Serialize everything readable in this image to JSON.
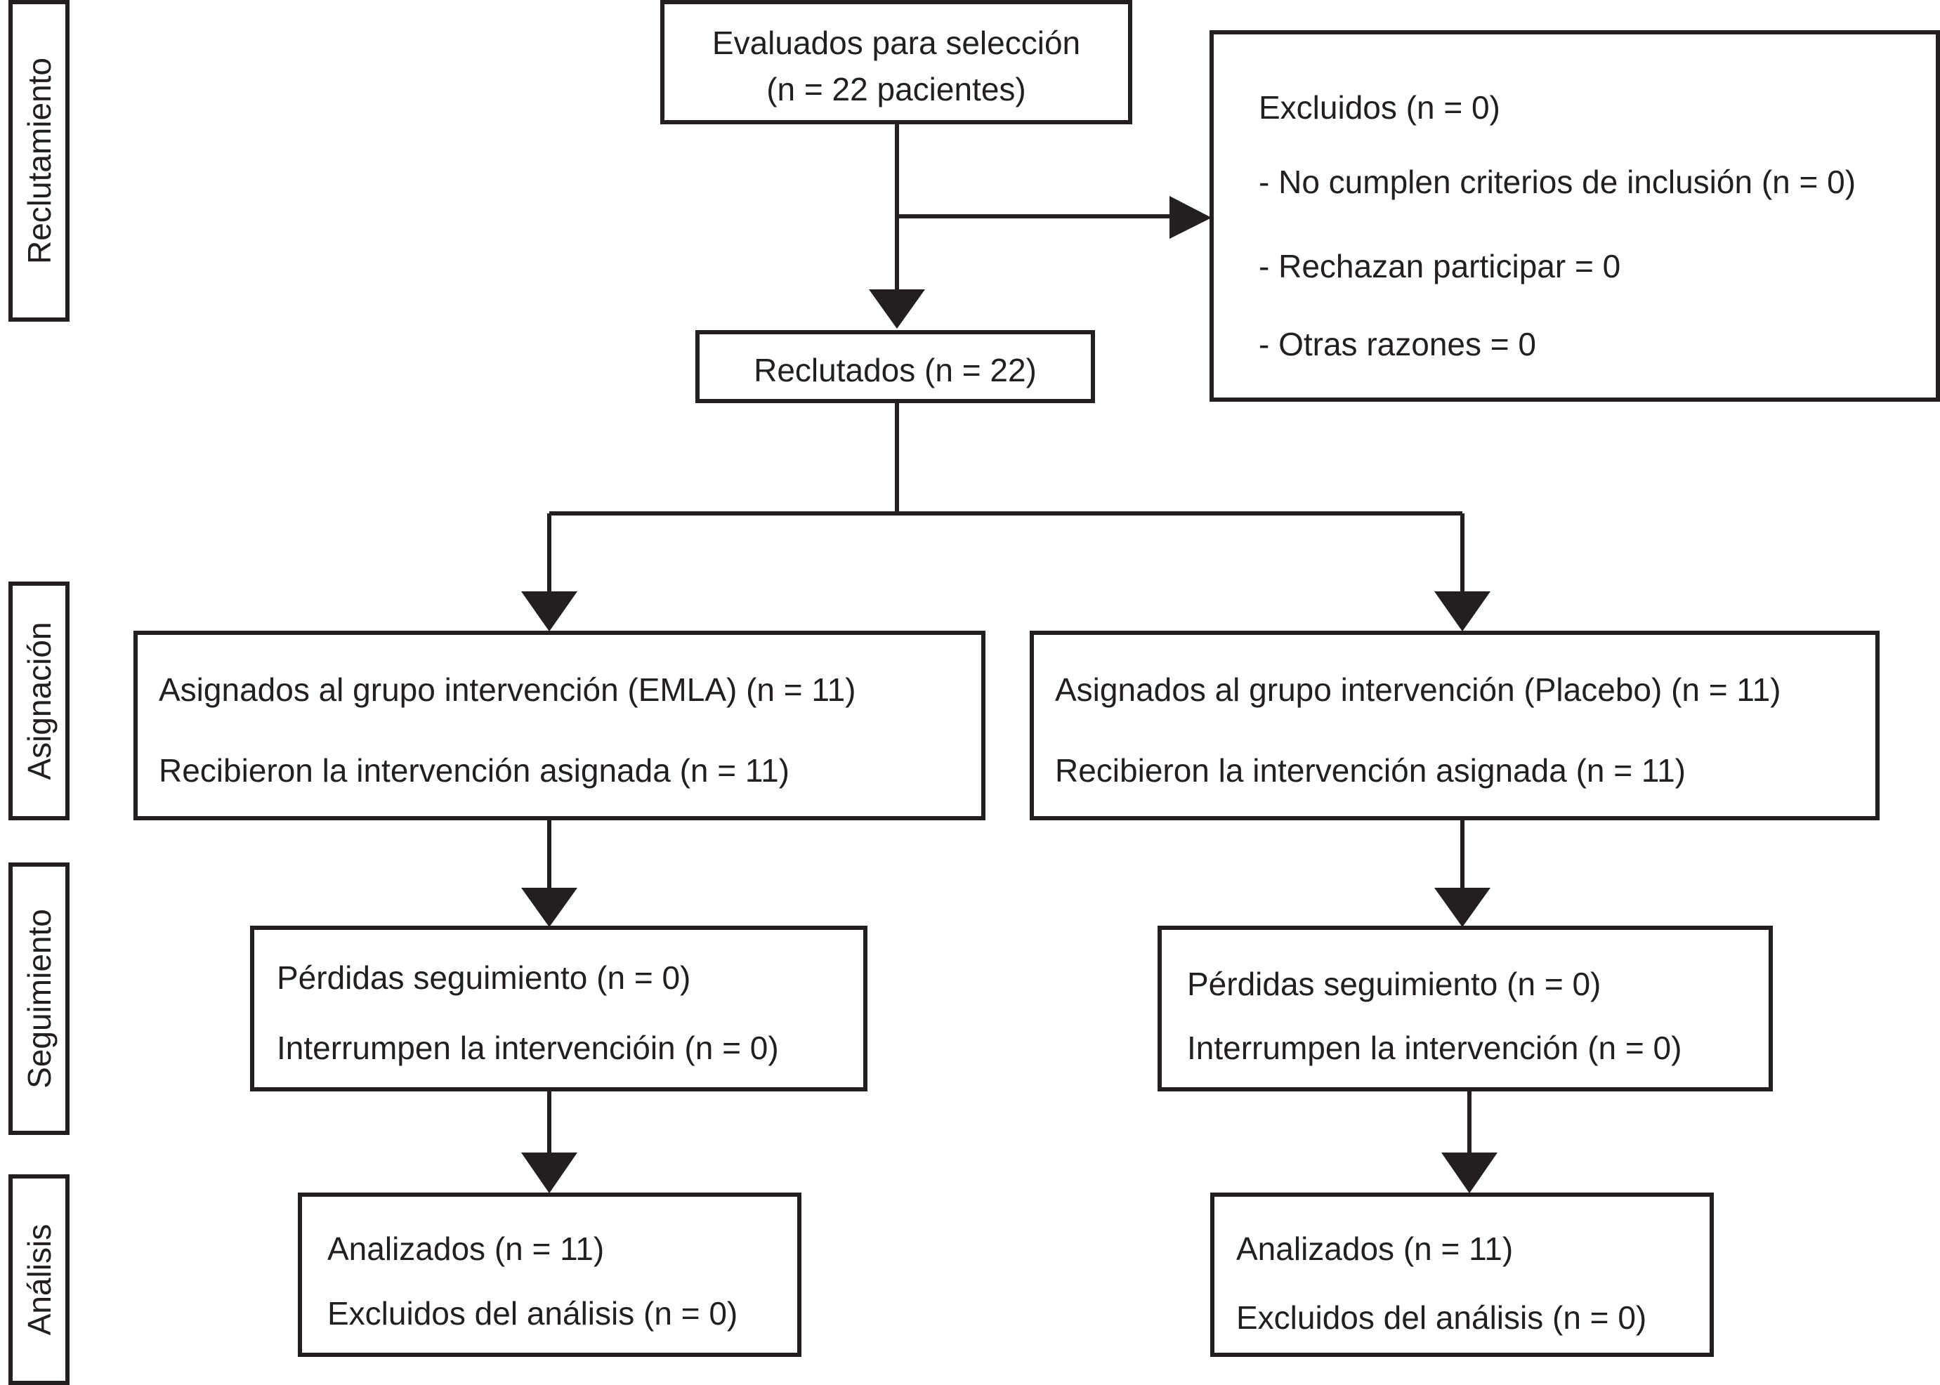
{
  "stages": {
    "recruitment": "Reclutamiento",
    "allocation": "Asignación",
    "followup": "Seguimiento",
    "analysis": "Análisis"
  },
  "assessed": {
    "line1": "Evaluados para selección",
    "line2": "(n = 22 pacientes)"
  },
  "excluded": {
    "title": "Excluidos (n = 0)",
    "reason1": "- No cumplen criterios de inclusión (n = 0)",
    "reason2": "- Rechazan participar = 0",
    "reason3": "- Otras razones = 0"
  },
  "recruited": "Reclutados (n = 22)",
  "allocation": {
    "emla": {
      "assigned": "Asignados al grupo intervención (EMLA) (n = 11)",
      "received": "Recibieron la intervención asignada (n = 11)"
    },
    "placebo": {
      "assigned": "Asignados al grupo intervención (Placebo) (n = 11)",
      "received": "Recibieron la intervención asignada (n = 11)"
    }
  },
  "followup": {
    "emla": {
      "lost": "Pérdidas seguimiento (n = 0)",
      "discontinued": "Interrumpen la intervencióin (n = 0)"
    },
    "placebo": {
      "lost": "Pérdidas seguimiento (n = 0)",
      "discontinued": "Interrumpen la intervención (n = 0)"
    }
  },
  "analysis": {
    "emla": {
      "analyzed": "Analizados (n = 11)",
      "excluded": "Excluidos del análisis (n = 0)"
    },
    "placebo": {
      "analyzed": "Analizados (n = 11)",
      "excluded": "Excluidos del análisis (n = 0)"
    }
  }
}
